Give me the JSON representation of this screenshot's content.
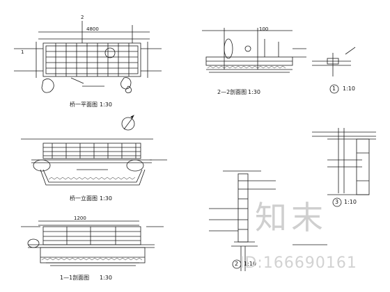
{
  "drawing": {
    "top_view_title": "桥一平面图",
    "top_view_scale": "1:30",
    "elev_a_title": "桥一立面图",
    "elev_a_scale": "1:30",
    "section_title": "1—1剖面图",
    "section_title_scale": "1:30",
    "section2_title": "2—2剖面图",
    "section2_scale": "1:30",
    "detail1_label": "1",
    "detail1_scale": "1:10",
    "detail2_label": "2",
    "detail2_scale": "1:10",
    "detail3_label": "3",
    "detail3_scale": "1:10",
    "cut_mark_1": "1",
    "cut_mark_2": "2",
    "dim_4800": "4800",
    "dim_1200": "1200",
    "dim_100": "100"
  },
  "watermark": {
    "brand": "知末",
    "id_text": "ID:166690161"
  },
  "colors": {
    "line": "#1a1a1a",
    "watermark": "#cfcfcf"
  }
}
